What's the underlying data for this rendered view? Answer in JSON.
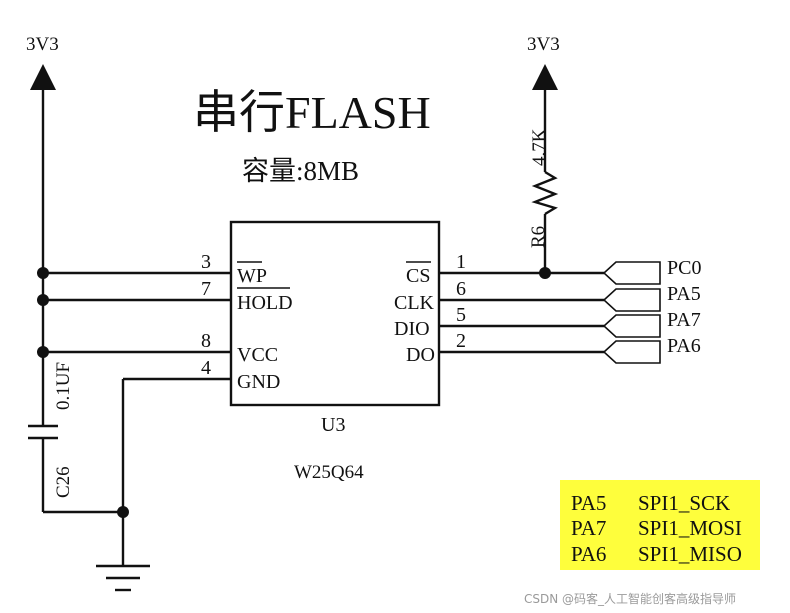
{
  "diagram": {
    "title": "串行FLASH",
    "capacity_label": "容量:8MB",
    "power_left": "3V3",
    "power_right": "3V3",
    "chip": {
      "ref": "U3",
      "part": "W25Q64",
      "left_pins": [
        {
          "num": "3",
          "name": "WP"
        },
        {
          "num": "7",
          "name": "HOLD"
        },
        {
          "num": "8",
          "name": "VCC"
        },
        {
          "num": "4",
          "name": "GND"
        }
      ],
      "right_pins": [
        {
          "num": "1",
          "name": "CS"
        },
        {
          "num": "6",
          "name": "CLK"
        },
        {
          "num": "5",
          "name": "DIO"
        },
        {
          "num": "2",
          "name": "DO"
        }
      ]
    },
    "resistor": {
      "ref": "R6",
      "value": "4.7K"
    },
    "capacitor": {
      "ref": "C26",
      "value": "0.1UF"
    },
    "net_ports": [
      "PC0",
      "PA5",
      "PA7",
      "PA6"
    ],
    "legend": [
      {
        "pin": "PA5",
        "func": "SPI1_SCK"
      },
      {
        "pin": "PA7",
        "func": "SPI1_MOSI"
      },
      {
        "pin": "PA6",
        "func": "SPI1_MISO"
      }
    ],
    "legend_bg": "#fefe3c",
    "watermark": "CSDN @码客_人工智能创客高级指导师"
  }
}
